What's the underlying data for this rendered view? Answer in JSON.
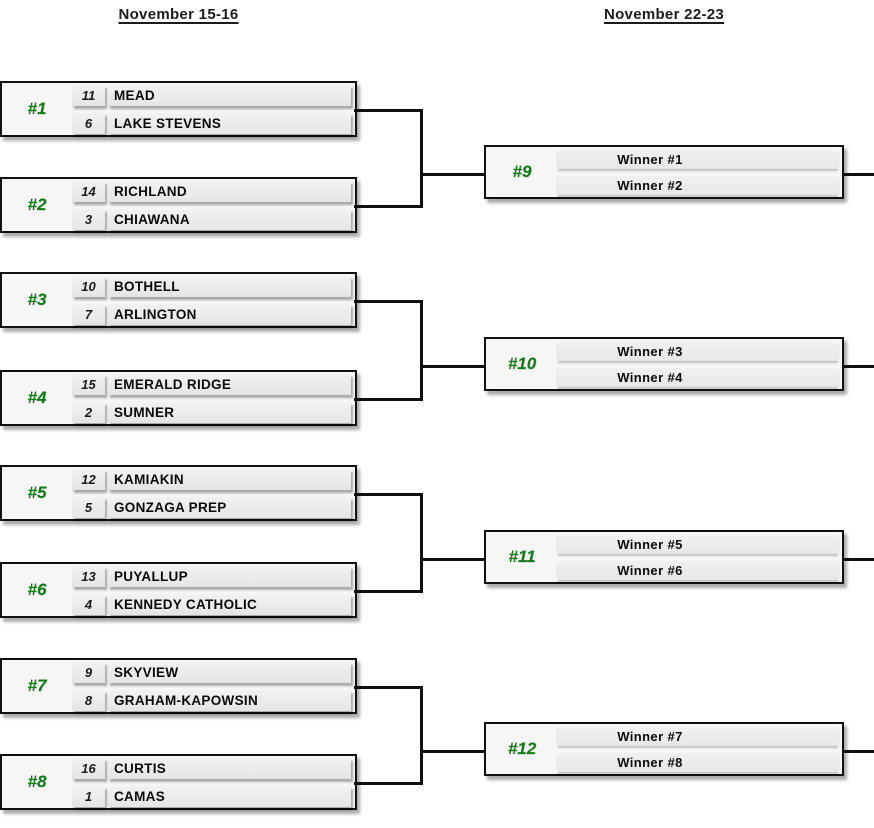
{
  "round1": {
    "date_header": "November 15-16",
    "matches": [
      {
        "label": "#1",
        "teams": [
          {
            "seed": "11",
            "name": "MEAD"
          },
          {
            "seed": "6",
            "name": "LAKE STEVENS"
          }
        ]
      },
      {
        "label": "#2",
        "teams": [
          {
            "seed": "14",
            "name": "RICHLAND"
          },
          {
            "seed": "3",
            "name": "CHIAWANA"
          }
        ]
      },
      {
        "label": "#3",
        "teams": [
          {
            "seed": "10",
            "name": "BOTHELL"
          },
          {
            "seed": "7",
            "name": "ARLINGTON"
          }
        ]
      },
      {
        "label": "#4",
        "teams": [
          {
            "seed": "15",
            "name": "EMERALD RIDGE"
          },
          {
            "seed": "2",
            "name": "SUMNER"
          }
        ]
      },
      {
        "label": "#5",
        "teams": [
          {
            "seed": "12",
            "name": "KAMIAKIN"
          },
          {
            "seed": "5",
            "name": "GONZAGA PREP"
          }
        ]
      },
      {
        "label": "#6",
        "teams": [
          {
            "seed": "13",
            "name": "PUYALLUP"
          },
          {
            "seed": "4",
            "name": "KENNEDY CATHOLIC"
          }
        ]
      },
      {
        "label": "#7",
        "teams": [
          {
            "seed": "9",
            "name": "SKYVIEW"
          },
          {
            "seed": "8",
            "name": "GRAHAM-KAPOWSIN"
          }
        ]
      },
      {
        "label": "#8",
        "teams": [
          {
            "seed": "16",
            "name": "CURTIS"
          },
          {
            "seed": "1",
            "name": "CAMAS"
          }
        ]
      }
    ]
  },
  "round2": {
    "date_header": "November 22-23",
    "matches": [
      {
        "label": "#9",
        "slots": [
          "Winner #1",
          "Winner #2"
        ]
      },
      {
        "label": "#10",
        "slots": [
          "Winner #3",
          "Winner #4"
        ]
      },
      {
        "label": "#11",
        "slots": [
          "Winner #5",
          "Winner #6"
        ]
      },
      {
        "label": "#12",
        "slots": [
          "Winner #7",
          "Winner #8"
        ]
      }
    ]
  },
  "colors": {
    "accent_green": "#0e7e14",
    "line_black": "#101010",
    "box_background": "#f6f6f4",
    "row_background": "#ececea"
  }
}
